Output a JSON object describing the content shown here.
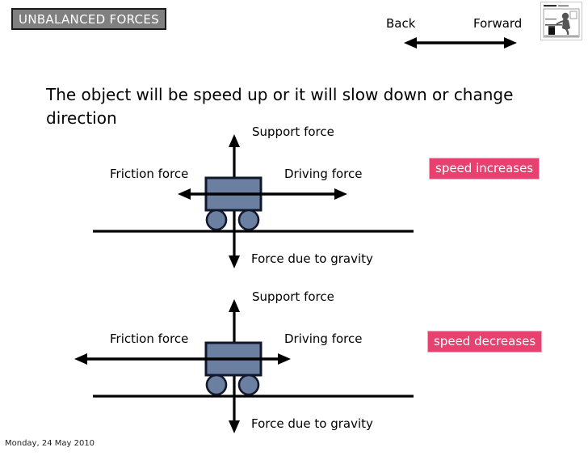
{
  "slide": {
    "title": "UNBALANCED FORCES",
    "statement": "The object will be speed up or it will slow down or change direction",
    "footer_date": "Monday, 24 May 2010"
  },
  "direction_key": {
    "back_label": "Back",
    "forward_label": "Forward",
    "arrow": "double-headed-horizontal-arrow"
  },
  "cartoon": {
    "alt": "cartoon-thumbnail"
  },
  "diagrams": [
    {
      "id": "diagram-1",
      "support_label": "Support force",
      "friction_label": "Friction force",
      "driving_label": "Driving force",
      "gravity_label": "Force due to gravity",
      "result": "speed increases",
      "friction_arrow_length": 68,
      "driving_arrow_length": 140
    },
    {
      "id": "diagram-2",
      "support_label": "Support force",
      "friction_label": "Friction force",
      "driving_label": "Driving force",
      "gravity_label": "Force due to gravity",
      "result": "speed decreases",
      "friction_arrow_length": 198,
      "driving_arrow_length": 70
    }
  ],
  "colors": {
    "banner_fill": "#808080",
    "banner_border": "#1a1a1a",
    "banner_text": "#ffffff",
    "cart_fill": "#6b80a0",
    "cart_stroke": "#12182b",
    "callout_fill": "#e8416f",
    "callout_border": "#f2a9c0",
    "callout_text": "#ffffff",
    "line": "#000000"
  }
}
